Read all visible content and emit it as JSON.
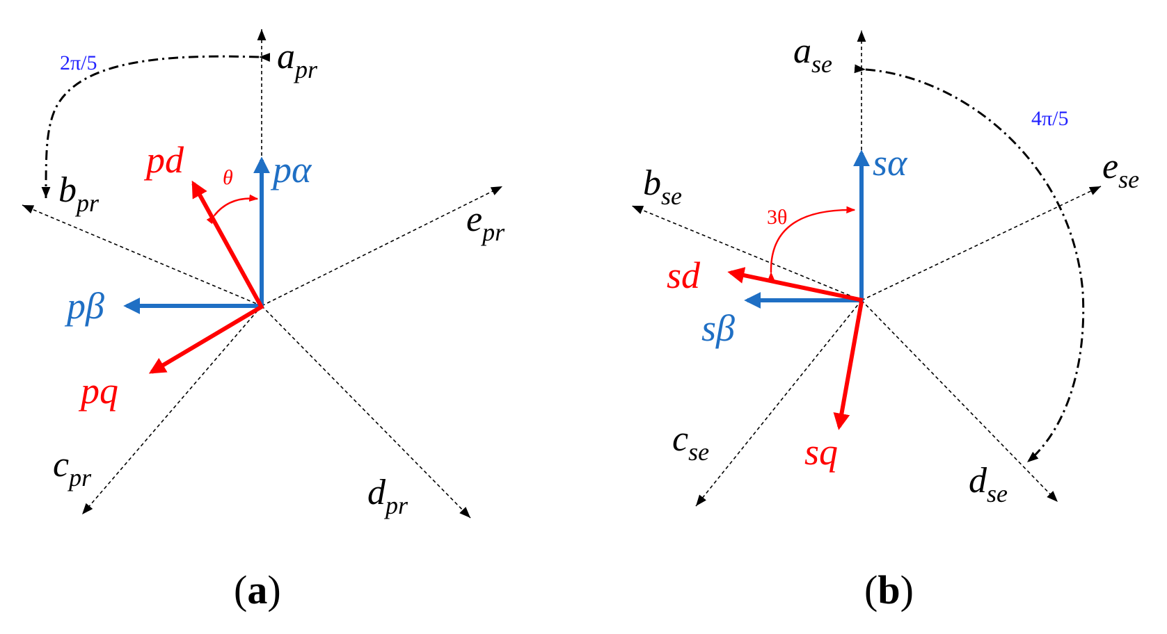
{
  "colors": {
    "reference_axis": "#000000",
    "rotating_frame_dq": "#ff0000",
    "stationary_frame_alpha_beta": "#1f6fc4",
    "small_angle_label": "#2222ff"
  },
  "panels": [
    {
      "id": "a",
      "caption": {
        "open": "(",
        "letter": "a",
        "close": ")"
      },
      "axes": [
        {
          "base": "a",
          "sub": "pr"
        },
        {
          "base": "b",
          "sub": "pr"
        },
        {
          "base": "c",
          "sub": "pr"
        },
        {
          "base": "d",
          "sub": "pr"
        },
        {
          "base": "e",
          "sub": "pr"
        }
      ],
      "vectors": {
        "alpha": "pα",
        "beta": "pβ",
        "d": "pd",
        "q": "pq"
      },
      "angle_label": "θ",
      "span_label": "2π/5"
    },
    {
      "id": "b",
      "caption": {
        "open": "(",
        "letter": "b",
        "close": ")"
      },
      "axes": [
        {
          "base": "a",
          "sub": "se"
        },
        {
          "base": "b",
          "sub": "se"
        },
        {
          "base": "c",
          "sub": "se"
        },
        {
          "base": "d",
          "sub": "se"
        },
        {
          "base": "e",
          "sub": "se"
        }
      ],
      "vectors": {
        "alpha": "sα",
        "beta": "sβ",
        "d": "sd",
        "q": "sq"
      },
      "angle_label": "3θ",
      "span_label": "4π/5"
    }
  ]
}
